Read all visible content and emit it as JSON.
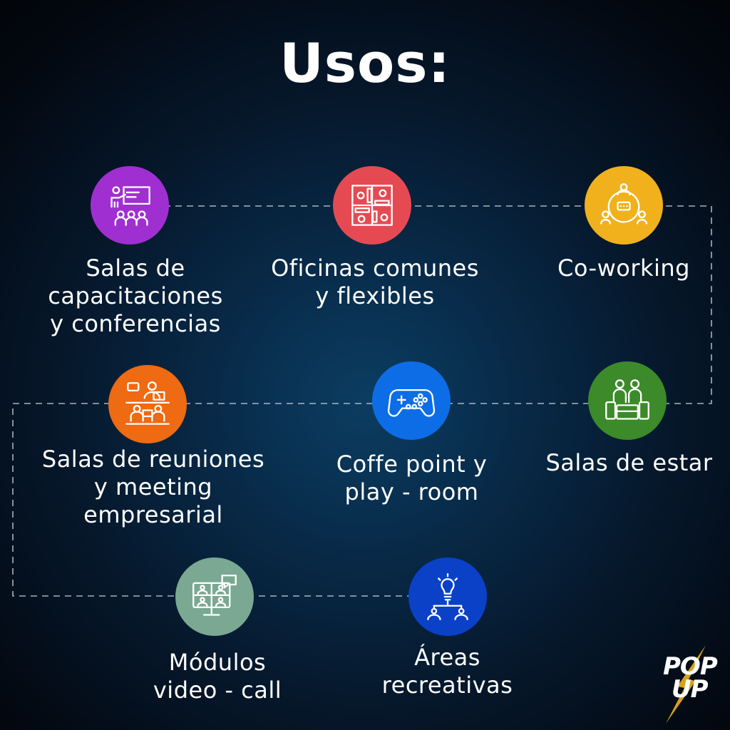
{
  "title": "Usos:",
  "accent_line_color": "#c8ccd2",
  "items": [
    {
      "label": "Salas de\ncapacitaciones\ny conferencias",
      "icon": "presentation-icon",
      "color": "#a02fd2"
    },
    {
      "label": "Oficinas comunes\ny flexibles",
      "icon": "office-layout-icon",
      "color": "#e54a52"
    },
    {
      "label": "Co-working",
      "icon": "team-network-icon",
      "color": "#f0b11c"
    },
    {
      "label": "Salas de reuniones\ny meeting\nempresarial",
      "icon": "meeting-icon",
      "color": "#ee6a13"
    },
    {
      "label": "Coffe point y\nplay - room",
      "icon": "gamepad-icon",
      "color": "#0d6de6"
    },
    {
      "label": "Salas de estar",
      "icon": "lounge-icon",
      "color": "#3c8a29"
    },
    {
      "label": "Módulos\nvideo - call",
      "icon": "video-call-icon",
      "color": "#7aa892"
    },
    {
      "label": "Áreas\nrecreativas",
      "icon": "idea-people-icon",
      "color": "#0b41c7"
    }
  ],
  "logo": {
    "line1": "POP",
    "line2": "UP",
    "accent": "#f0b11c"
  }
}
